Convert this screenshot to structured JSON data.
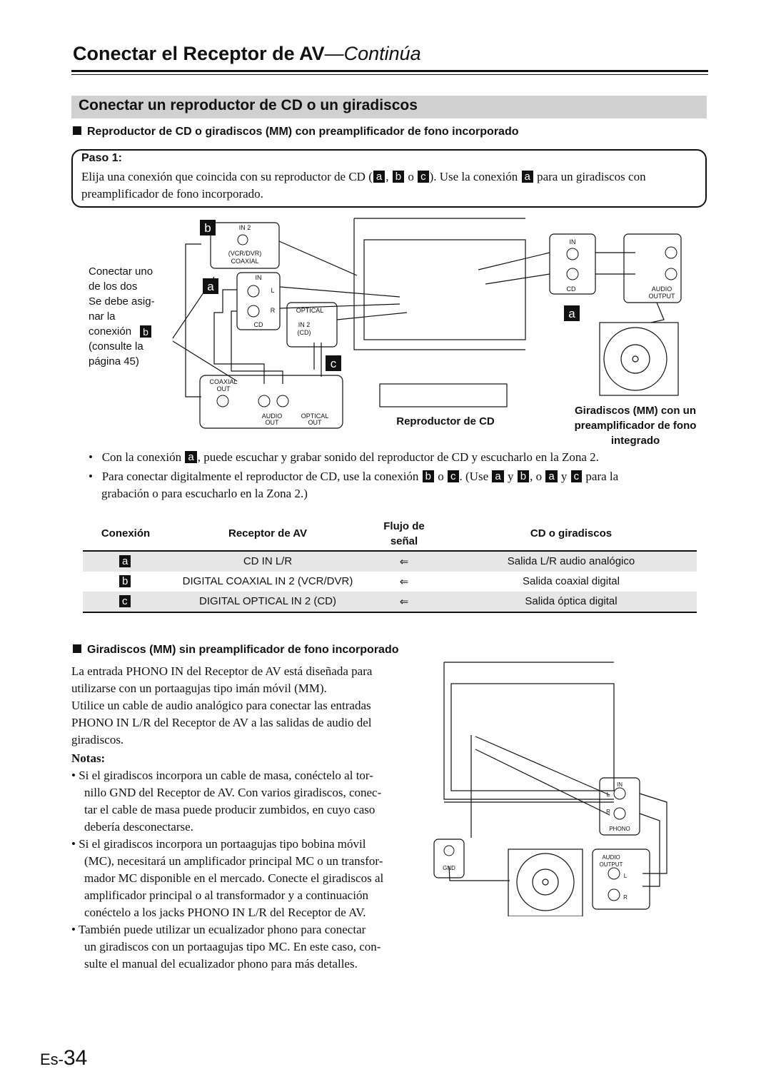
{
  "header": {
    "title_main": "Conectar el Receptor de AV",
    "title_cont": "—Continúa"
  },
  "section": {
    "title": "Conectar un reproductor de CD o un giradiscos",
    "sub1": "Reproductor de CD o giradiscos (MM) con preamplificador de fono incorporado",
    "sub2": "Giradiscos (MM) sin preamplificador de fono incorporado"
  },
  "step": {
    "label": "Paso 1:",
    "t1": "Elija una conexión que coincida con su reproductor de CD (",
    "t2": ", ",
    "t3": " o ",
    "t4": "). Use la conexión ",
    "t5": " para un giradiscos con",
    "t6": "preamplificador de fono incorporado."
  },
  "badges": {
    "a": "a",
    "b": "b",
    "c": "c"
  },
  "diagram1": {
    "note_lines": [
      "Conectar uno",
      "de los dos",
      "Se debe asig-",
      "nar la",
      "conexión",
      "(consulte la",
      "página 45)"
    ],
    "in2": "IN 2",
    "vcr_dvr": "(VCR/DVR)",
    "coaxial": "COAXIAL",
    "in": "IN",
    "l": "L",
    "r": "R",
    "cd": "CD",
    "optical": "OPTICAL",
    "in2cd_1": "IN 2",
    "in2cd_2": "(CD)",
    "coaxial_out_1": "COAXIAL",
    "coaxial_out_2": "OUT",
    "audio_out_1": "AUDIO",
    "audio_out_2": "OUT",
    "optical_out_1": "OPTICAL",
    "optical_out_2": "OUT",
    "audio_output_1": "AUDIO",
    "audio_output_2": "OUTPUT",
    "cd_player_label": "Reproductor de CD",
    "turntable_label": [
      "Giradiscos (MM) con un",
      "preamplificador de fono",
      "integrado"
    ]
  },
  "bullets": {
    "b1_pre": "Con la conexión ",
    "b1_post": ", puede escuchar y grabar sonido del reproductor de CD y escucharlo en la Zona 2.",
    "b2_pre": "Para conectar digitalmente el reproductor de CD, use la conexión ",
    "b2_o": " o ",
    "b2_use": ". (Use ",
    "b2_y": " y ",
    "b2_comma_o": ", o ",
    "b2_post": " para la",
    "b2_line2": "grabación o para escucharlo en la Zona 2.)"
  },
  "table": {
    "headers": [
      "Conexión",
      "Receptor de AV",
      "Flujo de",
      "señal",
      "CD o giradiscos"
    ],
    "rows": [
      {
        "conn": "a",
        "receiver": "CD IN L/R",
        "flow": "⇐",
        "source": "Salida L/R audio analógico"
      },
      {
        "conn": "b",
        "receiver": "DIGITAL COAXIAL IN 2 (VCR/DVR)",
        "flow": "⇐",
        "source": "Salida coaxial digital"
      },
      {
        "conn": "c",
        "receiver": "DIGITAL OPTICAL IN 2 (CD)",
        "flow": "⇐",
        "source": "Salida óptica digital"
      }
    ]
  },
  "mm": {
    "p1": [
      "La entrada PHONO IN del Receptor de AV está diseñada para",
      "utilizarse con un portaagujas tipo imán móvil (MM)."
    ],
    "p2": [
      "Utilice un cable de audio analógico para conectar las entradas",
      "PHONO IN L/R del Receptor de AV a las salidas de audio del",
      "giradiscos."
    ],
    "notes_title": "Notas:",
    "notes": [
      [
        "Si el giradiscos incorpora un cable de masa, conéctelo al tor-",
        "nillo GND del Receptor de AV. Con varios giradiscos, conec-",
        "tar el cable de masa puede producir zumbidos, en cuyo caso",
        "debería desconectarse."
      ],
      [
        "Si el giradiscos incorpora un portaagujas tipo bobina móvil",
        "(MC), necesitará un amplificador principal MC o un transfor-",
        "mador MC disponible en el mercado. Conecte el giradiscos al",
        "amplificador principal o al transformador y a continuación",
        "conéctelo a los jacks PHONO IN L/R del Receptor de AV."
      ],
      [
        "También puede utilizar un ecualizador phono para conectar",
        "un giradiscos con un portaagujas tipo MC. En este caso, con-",
        "sulte el manual del ecualizador phono para más detalles."
      ]
    ]
  },
  "diagram2": {
    "in": "IN",
    "l": "L",
    "r": "R",
    "phono": "PHONO",
    "gnd": "GND",
    "audio_output_1": "AUDIO",
    "audio_output_2": "OUTPUT"
  },
  "footer": {
    "prefix": "Es-",
    "number": "34"
  }
}
